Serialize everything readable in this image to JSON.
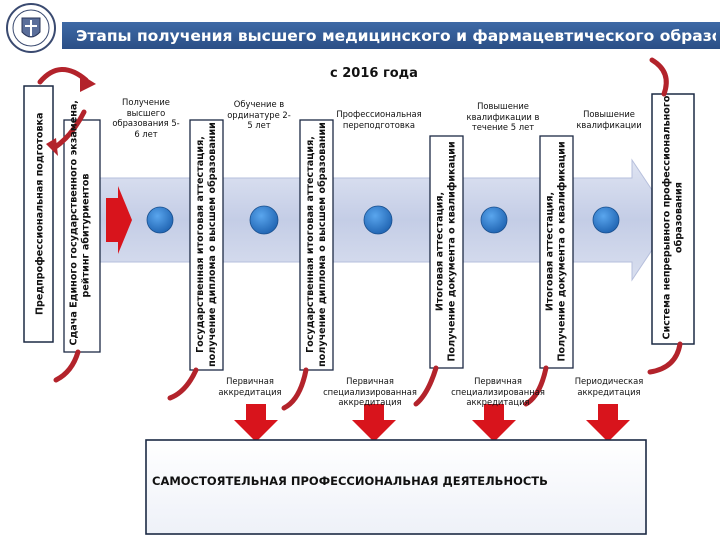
{
  "header": {
    "title": "Этапы получения высшего медицинского и фармацевтического образования",
    "logo_icon": "university-crest-icon"
  },
  "subtitle": "с 2016 года",
  "colors": {
    "header_bar": "#2f5a92",
    "timeline_band": "#c9d1e8",
    "node_circle": "#2b79cc",
    "red_arrow": "#d8141c",
    "bracket": "#c0222a",
    "frame": "#1c2a44"
  },
  "vertical_labels": {
    "pre_training": "Предпрофессиональная подготовка",
    "ege": [
      "Сдача Единого государственного экзамена,",
      "рейтинг абитуриентов"
    ],
    "attestation_1": [
      "Государственная итоговая аттестация,",
      "получение диплома о высшем образовании"
    ],
    "attestation_2": [
      "Государственная итоговая аттестация,",
      "получение диплома о высшем образовании"
    ],
    "attestation_3": [
      "Итоговая аттестация,",
      "Получение документа о квалификации"
    ],
    "attestation_4": [
      "Итоговая аттестация,",
      "Получение документа о квалификации"
    ],
    "continuous": [
      "Система непрерывного профессионального",
      "образования"
    ]
  },
  "top_labels": {
    "higher_edu": "Получение высшего образования 5-6 лет",
    "residency": "Обучение в ординатуре 2-5 лет",
    "retraining": "Профессиональная переподготовка",
    "qualification_5y": "Повышение квалификации в течение 5 лет",
    "qualification": "Повышение квалификации"
  },
  "bottom_labels": {
    "primary_accreditation": "Первичная аккредитация",
    "specialized_1": "Первичная специализированная аккредитация",
    "specialized_2": "Первичная специализированная аккредитация",
    "periodic": "Периодическая аккредитация"
  },
  "final_box": "САМОСТОЯТЕЛЬНАЯ ПРОФЕССИОНАЛЬНАЯ ДЕЯТЕЛЬНОСТЬ"
}
